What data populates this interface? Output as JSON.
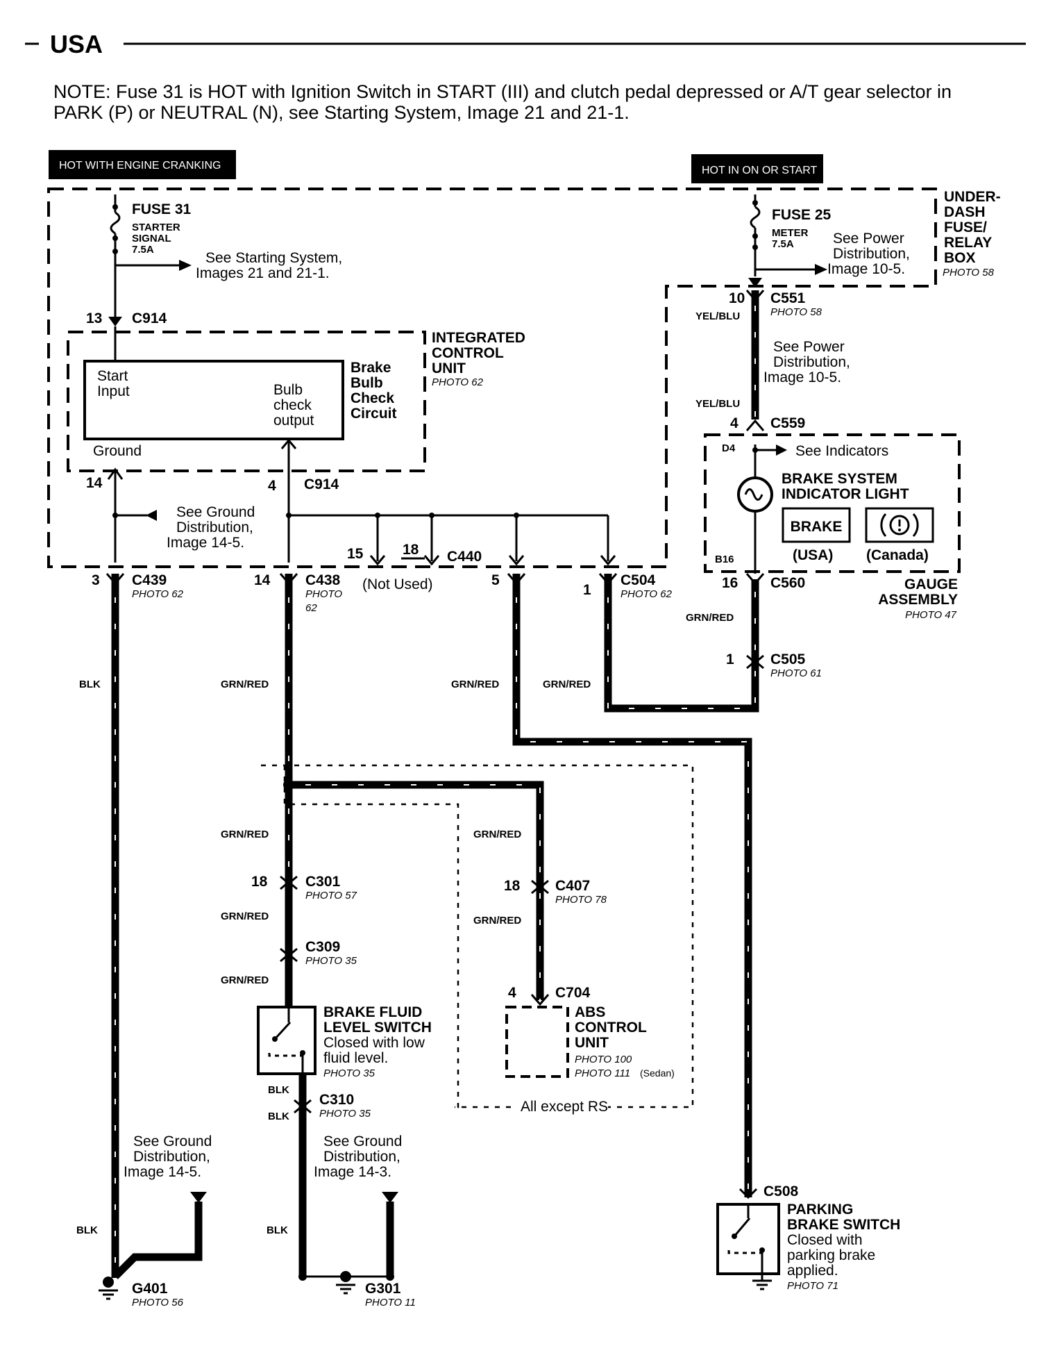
{
  "header": {
    "title": "USA",
    "note": [
      "NOTE: Fuse 31 is HOT with Ignition Switch in START (III) and clutch pedal depressed or A/T gear selector in",
      "PARK (P) or NEUTRAL (N), see Starting System, Image  21 and 21-1."
    ]
  },
  "power": {
    "hot_cranking": "HOT WITH ENGINE CRANKING",
    "hot_on_start": "HOT IN ON OR START"
  },
  "fuse31": {
    "name": "FUSE 31",
    "desc1": "STARTER",
    "desc2": "SIGNAL",
    "rating": "7.5A",
    "ref1": "See Starting System,",
    "ref2": "Images 21 and 21-1."
  },
  "fuse25": {
    "name": "FUSE 25",
    "desc": "METER",
    "rating": "7.5A",
    "ref1": "See Power",
    "ref2": "Distribution,",
    "ref3": "Image 10-5."
  },
  "fusebox": {
    "l1": "UNDER-",
    "l2": "DASH",
    "l3": "FUSE/",
    "l4": "RELAY",
    "l5": "BOX",
    "photo": "PHOTO 58"
  },
  "icu": {
    "l1": "INTEGRATED",
    "l2": "CONTROL",
    "l3": "UNIT",
    "photo": "PHOTO 62",
    "start1": "Start",
    "start2": "Input",
    "bulb1": "Bulb",
    "bulb2": "check",
    "bulb3": "output",
    "circ1": "Brake",
    "circ2": "Bulb",
    "circ3": "Check",
    "circ4": "Circuit",
    "ground": "Ground"
  },
  "pins": {
    "p13": "13",
    "c914a": "C914",
    "p14a": "14",
    "p4": "4",
    "c914b": "C914",
    "p15": "15",
    "p18a": "18",
    "c440": "C440",
    "notused": "(Not  Used)",
    "p3": "3",
    "c439": "C439",
    "c439photo": "PHOTO 62",
    "p14b": "14",
    "c438": "C438",
    "c438photo1": "PHOTO",
    "c438photo2": "62",
    "p5": "5",
    "p1a": "1",
    "c504": "C504",
    "c504photo": "PHOTO 62",
    "p10": "10",
    "c551": "C551",
    "c551photo": "PHOTO 58",
    "p4b": "4",
    "c559": "C559",
    "p16": "16",
    "c560": "C560",
    "p1b": "1",
    "c505": "C505",
    "c505photo": "PHOTO 61",
    "p18b": "18",
    "c301": "C301",
    "c301photo": "PHOTO 57",
    "c309": "C309",
    "c309photo": "PHOTO 35",
    "c310": "C310",
    "c310photo": "PHOTO 35",
    "p18c": "18",
    "c407": "C407",
    "c407photo": "PHOTO 78",
    "p4c": "4",
    "c704": "C704",
    "c508": "C508",
    "d4": "D4",
    "b16": "B16"
  },
  "refs": {
    "ground_icu1": "See Ground",
    "ground_icu2": "Distribution,",
    "ground_icu3": "Image 14-5.",
    "pwr1": "See Power",
    "pwr2": "Distribution,",
    "pwr3": "Image 10-5.",
    "indicators": "See Indicators",
    "g401_1": "See Ground",
    "g401_2": "Distribution,",
    "g401_3": "Image 14-5.",
    "g301_1": "See Ground",
    "g301_2": "Distribution,",
    "g301_3": "Image 14-3."
  },
  "wires": {
    "blk": "BLK",
    "grnred": "GRN/RED",
    "yelblu": "YEL/BLU"
  },
  "gauge": {
    "light1": "BRAKE SYSTEM",
    "light2": "INDICATOR LIGHT",
    "brake": "BRAKE",
    "usa": "(USA)",
    "canada": "(Canada)",
    "asm1": "GAUGE",
    "asm2": "ASSEMBLY",
    "photo": "PHOTO 47"
  },
  "fluid_switch": {
    "l1": "BRAKE FLUID",
    "l2": "LEVEL SWITCH",
    "l3": "Closed with low",
    "l4": "fluid level.",
    "photo": "PHOTO 35"
  },
  "abs": {
    "l1": "ABS",
    "l2": "CONTROL",
    "l3": "UNIT",
    "photo1": "PHOTO 100",
    "photo2": "PHOTO 111",
    "photo2b": "(Sedan)",
    "except": "All except RS"
  },
  "parking_switch": {
    "l1": "PARKING",
    "l2": "BRAKE SWITCH",
    "l3": "Closed with",
    "l4": "parking brake",
    "l5": "applied.",
    "photo": "PHOTO 71"
  },
  "grounds": {
    "g401": "G401",
    "g401photo": "PHOTO 56",
    "g301": "G301",
    "g301photo": "PHOTO 11"
  }
}
